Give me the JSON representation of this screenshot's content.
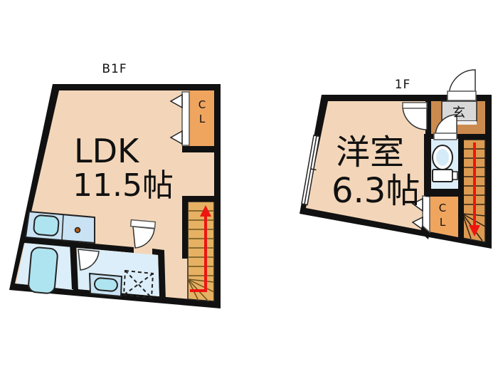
{
  "title": "apartment-floor-plan",
  "colors": {
    "floor": "#F3D6B9",
    "wall": "#111111",
    "closet": "#F0A55F",
    "stairs_b1f": "#E6B162",
    "stairs_1f": "#DC9B53",
    "wood_hall": "#CB8B4F",
    "genkan_tile": "#D8D8D8",
    "threshold": "#EFEFEF",
    "counter": "#C9E3F4",
    "fixture": "#AEE4F0",
    "wet_floor": "#DCEEF9",
    "door": "#FFFFFF",
    "arrow": "#EE1511",
    "toilet": "#FFFFFF",
    "toilet_inner": "#D5EBF7"
  },
  "b1f": {
    "floor_label": "B1F",
    "room": {
      "name": "LDK",
      "area": "11.5帖"
    },
    "closet": {
      "chars": [
        "C",
        "L"
      ]
    }
  },
  "f1": {
    "floor_label": "1F",
    "room": {
      "name": "洋室",
      "area": "6.3帖"
    },
    "entrance_label": "玄",
    "closet": {
      "chars": [
        "C",
        "L"
      ]
    }
  }
}
